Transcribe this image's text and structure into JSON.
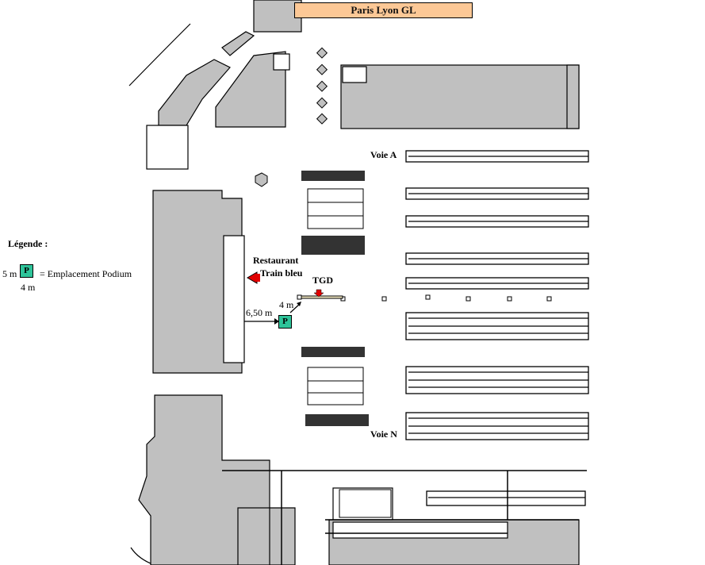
{
  "title": "Paris Lyon GL",
  "legend": {
    "heading": "Légende :",
    "width_label": "5 m",
    "depth_label": "4 m",
    "podium_symbol": "P",
    "description": "= Emplacement Podium"
  },
  "labels": {
    "restaurant_line1": "Restaurant",
    "restaurant_line2": "Train bleu",
    "tgd": "TGD",
    "distance_1": "6,50 m",
    "distance_2": "4 m",
    "podium_symbol": "P",
    "voie_a": "Voie A",
    "voie_n": "Voie N"
  },
  "colors": {
    "building": "#c0c0c0",
    "podium": "#2ec49a",
    "title_bg": "#fcc896",
    "restaurant_marker": "#e00000"
  }
}
